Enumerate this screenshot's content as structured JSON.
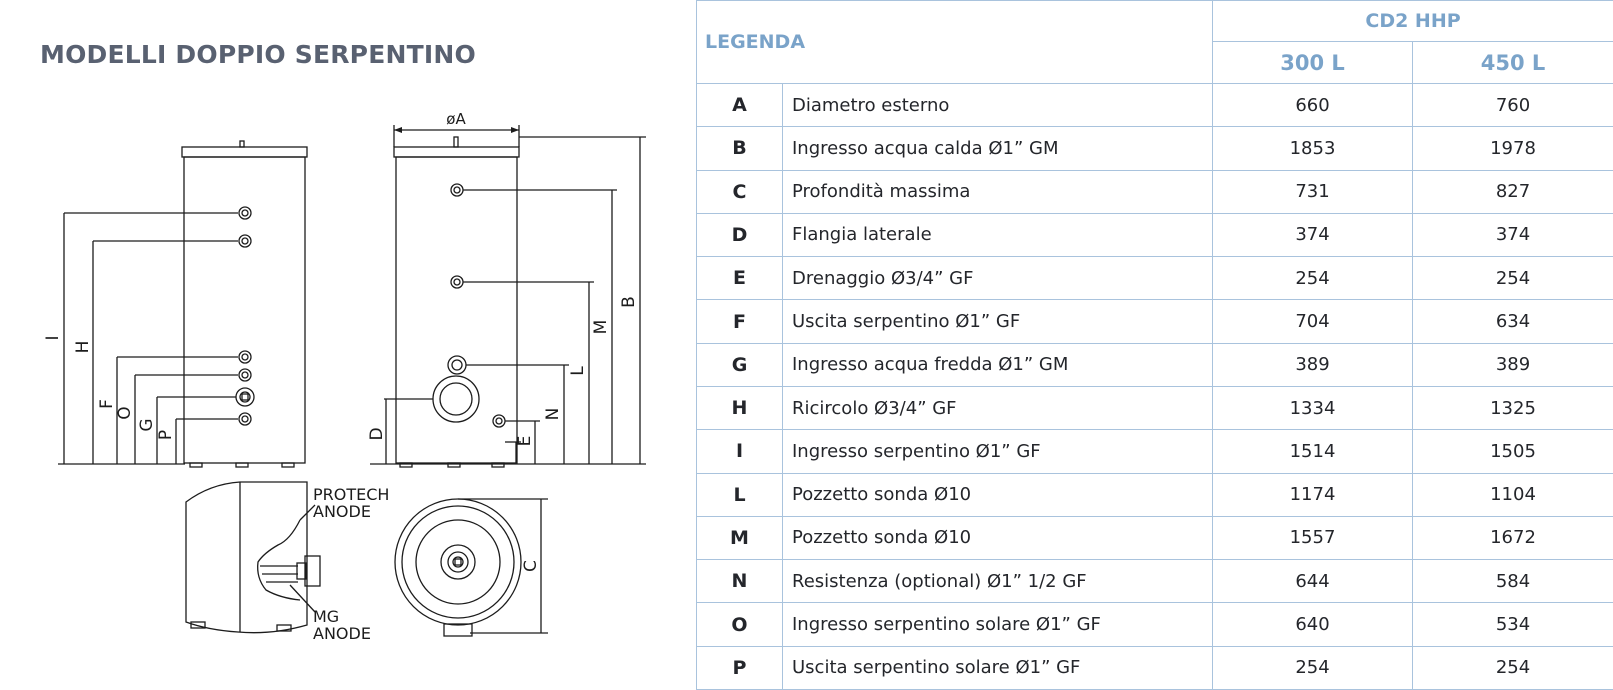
{
  "page_title": "MODELLI DOPPIO SERPENTINO",
  "drawing": {
    "side_view_labels": [
      "I",
      "H",
      "F",
      "O",
      "G",
      "P"
    ],
    "front_view_labels": {
      "top": "øA",
      "left": "D",
      "right": [
        "E",
        "N",
        "L",
        "M",
        "B"
      ]
    },
    "bottom_right_label": "C",
    "anode_labels": [
      "PROTECH",
      "ANODE",
      "MG",
      "ANODE"
    ]
  },
  "table": {
    "legend_header": "LEGENDA",
    "group_header": "CD2 HHP",
    "size_headers": [
      "300 L",
      "450 L"
    ],
    "rows": [
      {
        "code": "A",
        "desc": "Diametro esterno",
        "v300": "660",
        "v450": "760"
      },
      {
        "code": "B",
        "desc": "Ingresso acqua calda Ø1” GM",
        "v300": "1853",
        "v450": "1978"
      },
      {
        "code": "C",
        "desc": "Profondità massima",
        "v300": "731",
        "v450": "827"
      },
      {
        "code": "D",
        "desc": "Flangia laterale",
        "v300": "374",
        "v450": "374"
      },
      {
        "code": "E",
        "desc": "Drenaggio Ø3/4” GF",
        "v300": "254",
        "v450": "254"
      },
      {
        "code": "F",
        "desc": "Uscita serpentino Ø1” GF",
        "v300": "704",
        "v450": "634"
      },
      {
        "code": "G",
        "desc": "Ingresso acqua fredda Ø1” GM",
        "v300": "389",
        "v450": "389"
      },
      {
        "code": "H",
        "desc": "Ricircolo Ø3/4” GF",
        "v300": "1334",
        "v450": "1325"
      },
      {
        "code": "I",
        "desc": "Ingresso serpentino Ø1” GF",
        "v300": "1514",
        "v450": "1505"
      },
      {
        "code": "L",
        "desc": "Pozzetto sonda Ø10",
        "v300": "1174",
        "v450": "1104"
      },
      {
        "code": "M",
        "desc": "Pozzetto sonda Ø10",
        "v300": "1557",
        "v450": "1672"
      },
      {
        "code": "N",
        "desc": "Resistenza (optional) Ø1” 1/2 GF",
        "v300": "644",
        "v450": "584"
      },
      {
        "code": "O",
        "desc": "Ingresso serpentino solare Ø1” GF",
        "v300": "640",
        "v450": "534"
      },
      {
        "code": "P",
        "desc": "Uscita serpentino solare Ø1” GF",
        "v300": "254",
        "v450": "254"
      }
    ]
  }
}
